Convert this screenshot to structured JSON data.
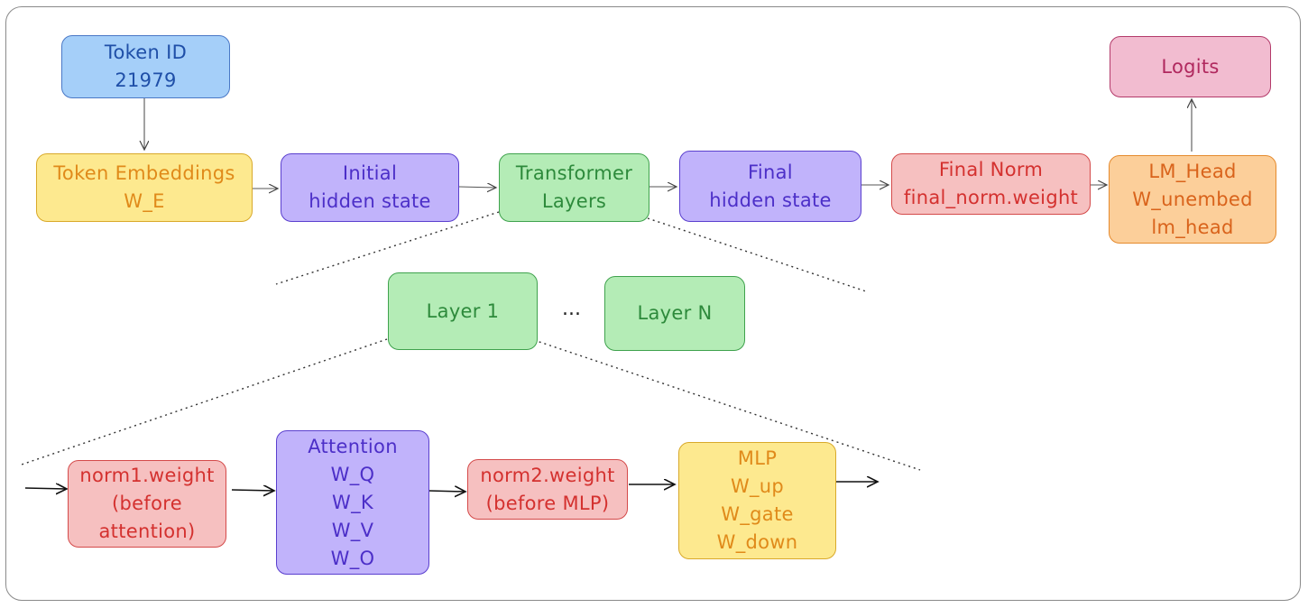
{
  "nodes": {
    "token_id": {
      "lines": [
        "Token ID",
        "21979"
      ]
    },
    "token_embeddings": {
      "lines": [
        "Token Embeddings",
        "W_E"
      ]
    },
    "initial_hidden": {
      "lines": [
        "Initial",
        "hidden state"
      ]
    },
    "transformer": {
      "lines": [
        "Transformer",
        "Layers"
      ]
    },
    "final_hidden": {
      "lines": [
        "Final",
        "hidden state"
      ]
    },
    "final_norm": {
      "lines": [
        "Final Norm",
        "final_norm.weight"
      ]
    },
    "lm_head": {
      "lines": [
        "LM_Head",
        "W_unembed",
        "lm_head"
      ]
    },
    "logits": {
      "lines": [
        "Logits"
      ]
    },
    "layer1": {
      "lines": [
        "Layer 1"
      ]
    },
    "ellipsis": "...",
    "layerN": {
      "lines": [
        "Layer N"
      ]
    },
    "norm1": {
      "lines": [
        "norm1.weight",
        "(before",
        "attention)"
      ]
    },
    "attention": {
      "lines": [
        "Attention",
        "W_Q",
        "W_K",
        "W_V",
        "W_O"
      ]
    },
    "norm2": {
      "lines": [
        "norm2.weight",
        "(before MLP)"
      ]
    },
    "mlp": {
      "lines": [
        "MLP",
        "W_up",
        "W_gate",
        "W_down"
      ]
    }
  },
  "colors": {
    "blue": "#a5cff9",
    "yellow": "#fde98f",
    "purple": "#c1b3fb",
    "green": "#b4ecb6",
    "red": "#f6c0c0",
    "orange": "#fccf9a",
    "pink": "#f2bcd0"
  }
}
